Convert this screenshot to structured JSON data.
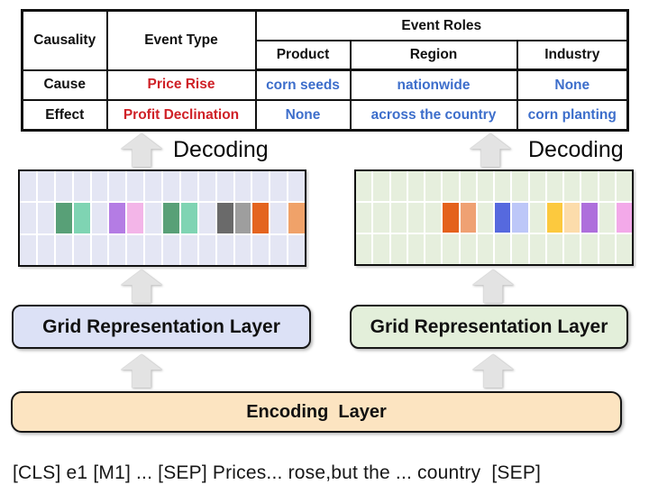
{
  "figure": {
    "table": {
      "headers": {
        "causality": "Causality",
        "event_type": "Event Type",
        "event_roles": "Event Roles",
        "product": "Product",
        "region": "Region",
        "industry": "Industry"
      },
      "rows": [
        {
          "causality": "Cause",
          "event_type": "Price Rise",
          "product": "corn seeds",
          "region": "nationwide",
          "industry": "None"
        },
        {
          "causality": "Effect",
          "event_type": "Profit Declination",
          "product": "None",
          "region": "across the country",
          "industry": "corn planting"
        }
      ]
    },
    "decoding": {
      "left_label": "Decoding",
      "right_label": "Decoding"
    },
    "layers": {
      "grid_left_label": "Grid Representation Layer",
      "grid_right_label": "Grid Representation Layer",
      "encoding_label": "Encoding  Layer"
    },
    "input_sequence": "[CLS] e1 [M1] ... [SEP] Prices... rose,but the ... country  [SEP]",
    "icons": {
      "arrow": "up-block-arrow"
    }
  },
  "grids": [
    {
      "name": "cause-grid",
      "columns": 16,
      "rows": 3,
      "base_color": "#e4e6f4",
      "middle_row_colors": [
        "",
        "",
        "#58a077",
        "#7fd4b3",
        "",
        "#b47ce4",
        "#f3b5e8",
        "",
        "#58a077",
        "#7fd4b3",
        "",
        "#6a6a6a",
        "#9e9e9e",
        "#e4641f",
        "",
        "#f0a269"
      ]
    },
    {
      "name": "effect-grid",
      "columns": 16,
      "rows": 3,
      "base_color": "#e6efdd",
      "middle_row_colors": [
        "",
        "",
        "",
        "",
        "",
        "#e4611c",
        "#efa173",
        "",
        "#5669de",
        "#bdc7f8",
        "",
        "#fcc93e",
        "#fcdcab",
        "#ae6fdc",
        "",
        "#f3a9e9"
      ]
    }
  ],
  "colors": {
    "event_type_text": "#cf2127",
    "role_text": "#3d6ecb",
    "grid_layer_left_fill": "#dce1f6",
    "grid_layer_right_fill": "#e3efda",
    "encoding_fill": "#fce4c1",
    "arrow_fill": "#e3e3e3"
  }
}
